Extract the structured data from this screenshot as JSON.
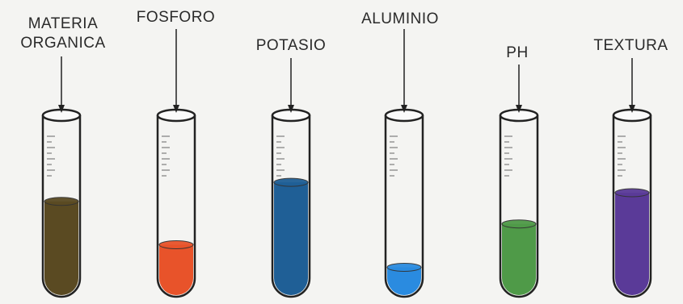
{
  "tubes": [
    {
      "label_lines": [
        "MATERIA",
        "ORGANICA"
      ],
      "liquid_color": "#5a4a22",
      "fill_level": 0.55
    },
    {
      "label_lines": [
        "FOSFORO"
      ],
      "liquid_color": "#e8532a",
      "fill_level": 0.3
    },
    {
      "label_lines": [
        "POTASIO"
      ],
      "liquid_color": "#1f5f96",
      "fill_level": 0.66
    },
    {
      "label_lines": [
        "ALUMINIO"
      ],
      "liquid_color": "#2a8be0",
      "fill_level": 0.17
    },
    {
      "label_lines": [
        "PH"
      ],
      "liquid_color": "#4f9a48",
      "fill_level": 0.42
    },
    {
      "label_lines": [
        "TEXTURA"
      ],
      "liquid_color": "#5a3a98",
      "fill_level": 0.6
    }
  ]
}
